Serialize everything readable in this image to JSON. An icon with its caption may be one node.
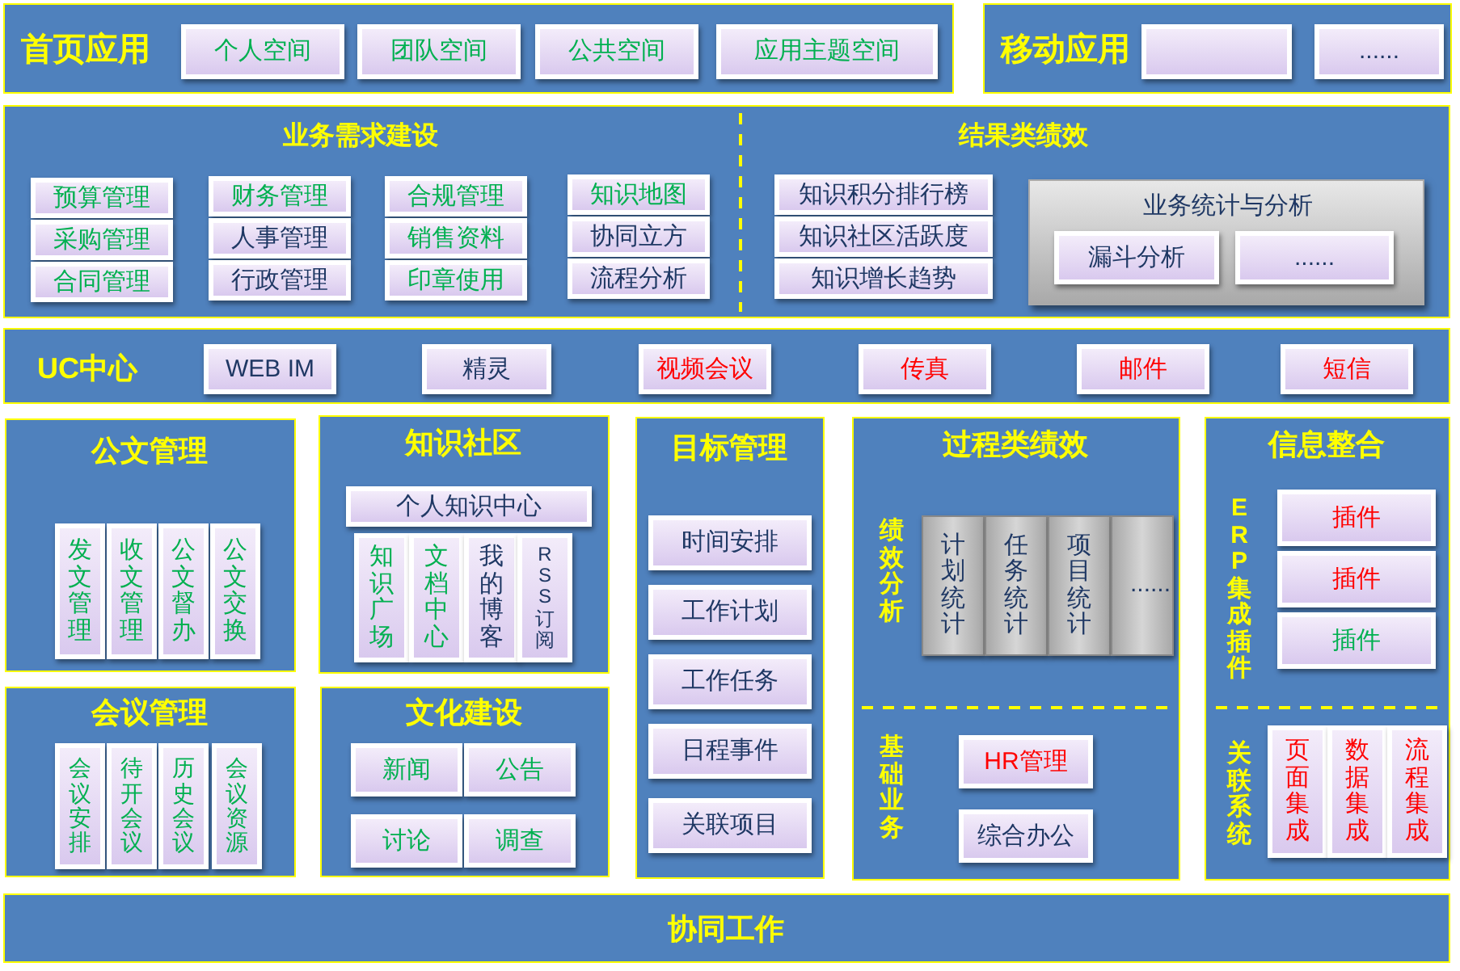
{
  "diagram": {
    "nodes": [
      {
        "text": [
          "首页应用"
        ]
      },
      {
        "text": [
          "个人空间"
        ],
        "in": 0
      },
      {
        "text": [
          "团队空间"
        ],
        "in": 0
      },
      {
        "text": [
          "公共空间"
        ],
        "in": 0
      },
      {
        "text": [
          "应用主题空间"
        ],
        "in": 0
      },
      {
        "text": [
          "移动应用"
        ]
      },
      {
        "text": [],
        "shape": "box",
        "in": 5
      },
      {
        "text": [
          "......"
        ],
        "in": 5
      },
      {
        "text": [
          "业务需求建设",
          "结果类绩效"
        ]
      },
      {
        "text": [
          "预算管理"
        ],
        "in": 8
      },
      {
        "text": [
          "采购管理"
        ],
        "in": 8
      },
      {
        "text": [
          "合同管理"
        ],
        "in": 8
      },
      {
        "text": [
          "财务管理"
        ],
        "in": 8
      },
      {
        "text": [
          "人事管理"
        ],
        "in": 8
      },
      {
        "text": [
          "行政管理"
        ],
        "in": 8
      },
      {
        "text": [
          "合规管理"
        ],
        "in": 8
      },
      {
        "text": [
          "销售资料"
        ],
        "in": 8
      },
      {
        "text": [
          "印章使用"
        ],
        "in": 8
      },
      {
        "text": [
          "知识地图"
        ],
        "in": 8
      },
      {
        "text": [
          "协同立方"
        ],
        "in": 8
      },
      {
        "text": [
          "流程分析"
        ],
        "in": 8
      },
      {
        "text": [
          "知识积分排行榜"
        ],
        "in": 8
      },
      {
        "text": [
          "知识社区活跃度"
        ],
        "in": 8
      },
      {
        "text": [
          "知识增长趋势"
        ],
        "in": 8
      },
      {
        "text": [
          "业务统计与分析"
        ],
        "in": 8
      },
      {
        "text": [
          "漏斗分析"
        ],
        "in": 24
      },
      {
        "text": [
          "......"
        ],
        "in": 24
      },
      {
        "text": [
          "UC中心"
        ]
      },
      {
        "text": [
          "WEB IM"
        ],
        "in": 27
      },
      {
        "text": [
          "精灵"
        ],
        "in": 27
      },
      {
        "text": [
          "视频会议"
        ],
        "in": 27
      },
      {
        "text": [
          "传真"
        ],
        "in": 27
      },
      {
        "text": [
          "邮件"
        ],
        "in": 27
      },
      {
        "text": [
          "短信"
        ],
        "in": 27
      },
      {
        "text": [
          "公文管理"
        ]
      },
      {
        "text": [
          "发文管理"
        ],
        "in": 34
      },
      {
        "text": [
          "收文管理"
        ],
        "in": 34
      },
      {
        "text": [
          "公文督办"
        ],
        "in": 34
      },
      {
        "text": [
          "公文交换"
        ],
        "in": 34
      },
      {
        "text": [
          "会议管理"
        ]
      },
      {
        "text": [
          "会议安排"
        ],
        "in": 39
      },
      {
        "text": [
          "待开会议"
        ],
        "in": 39
      },
      {
        "text": [
          "历史会议"
        ],
        "in": 39
      },
      {
        "text": [
          "会议资源"
        ],
        "in": 39
      },
      {
        "text": [
          "知识社区"
        ]
      },
      {
        "text": [
          "个人知识中心"
        ],
        "in": 44
      },
      {
        "text": [
          "知识广场"
        ],
        "in": 44
      },
      {
        "text": [
          "文档中心"
        ],
        "in": 44
      },
      {
        "text": [
          "我的博客"
        ],
        "in": 44
      },
      {
        "text": [
          "RSS订阅"
        ],
        "in": 44
      },
      {
        "text": [
          "文化建设"
        ]
      },
      {
        "text": [
          "新闻"
        ],
        "in": 50
      },
      {
        "text": [
          "公告"
        ],
        "in": 50
      },
      {
        "text": [
          "讨论"
        ],
        "in": 50
      },
      {
        "text": [
          "调查"
        ],
        "in": 50
      },
      {
        "text": [
          "目标管理"
        ]
      },
      {
        "text": [
          "时间安排"
        ],
        "in": 55
      },
      {
        "text": [
          "工作计划"
        ],
        "in": 55
      },
      {
        "text": [
          "工作任务"
        ],
        "in": 55
      },
      {
        "text": [
          "日程事件"
        ],
        "in": 55
      },
      {
        "text": [
          "关联项目"
        ],
        "in": 55
      },
      {
        "text": [
          "过程类绩效",
          "绩效分析",
          "基础业务"
        ]
      },
      {
        "text": [
          "计划统计"
        ],
        "in": 61
      },
      {
        "text": [
          "任务统计"
        ],
        "in": 61
      },
      {
        "text": [
          "项目统计"
        ],
        "in": 61
      },
      {
        "text": [
          "......"
        ],
        "in": 61
      },
      {
        "text": [
          "HR管理"
        ],
        "in": 61
      },
      {
        "text": [
          "综合办公"
        ],
        "in": 61
      },
      {
        "text": [
          "信息整合",
          "ERP集成插件",
          "关联系统"
        ]
      },
      {
        "text": [
          "插件"
        ],
        "in": 68
      },
      {
        "text": [
          "插件"
        ],
        "in": 68
      },
      {
        "text": [
          "插件"
        ],
        "in": 68
      },
      {
        "text": [
          "页面集成"
        ],
        "in": 68
      },
      {
        "text": [
          "数据集成"
        ],
        "in": 68
      },
      {
        "text": [
          "流程集成"
        ],
        "in": 68
      },
      {
        "text": [
          "协同工作"
        ]
      }
    ]
  }
}
